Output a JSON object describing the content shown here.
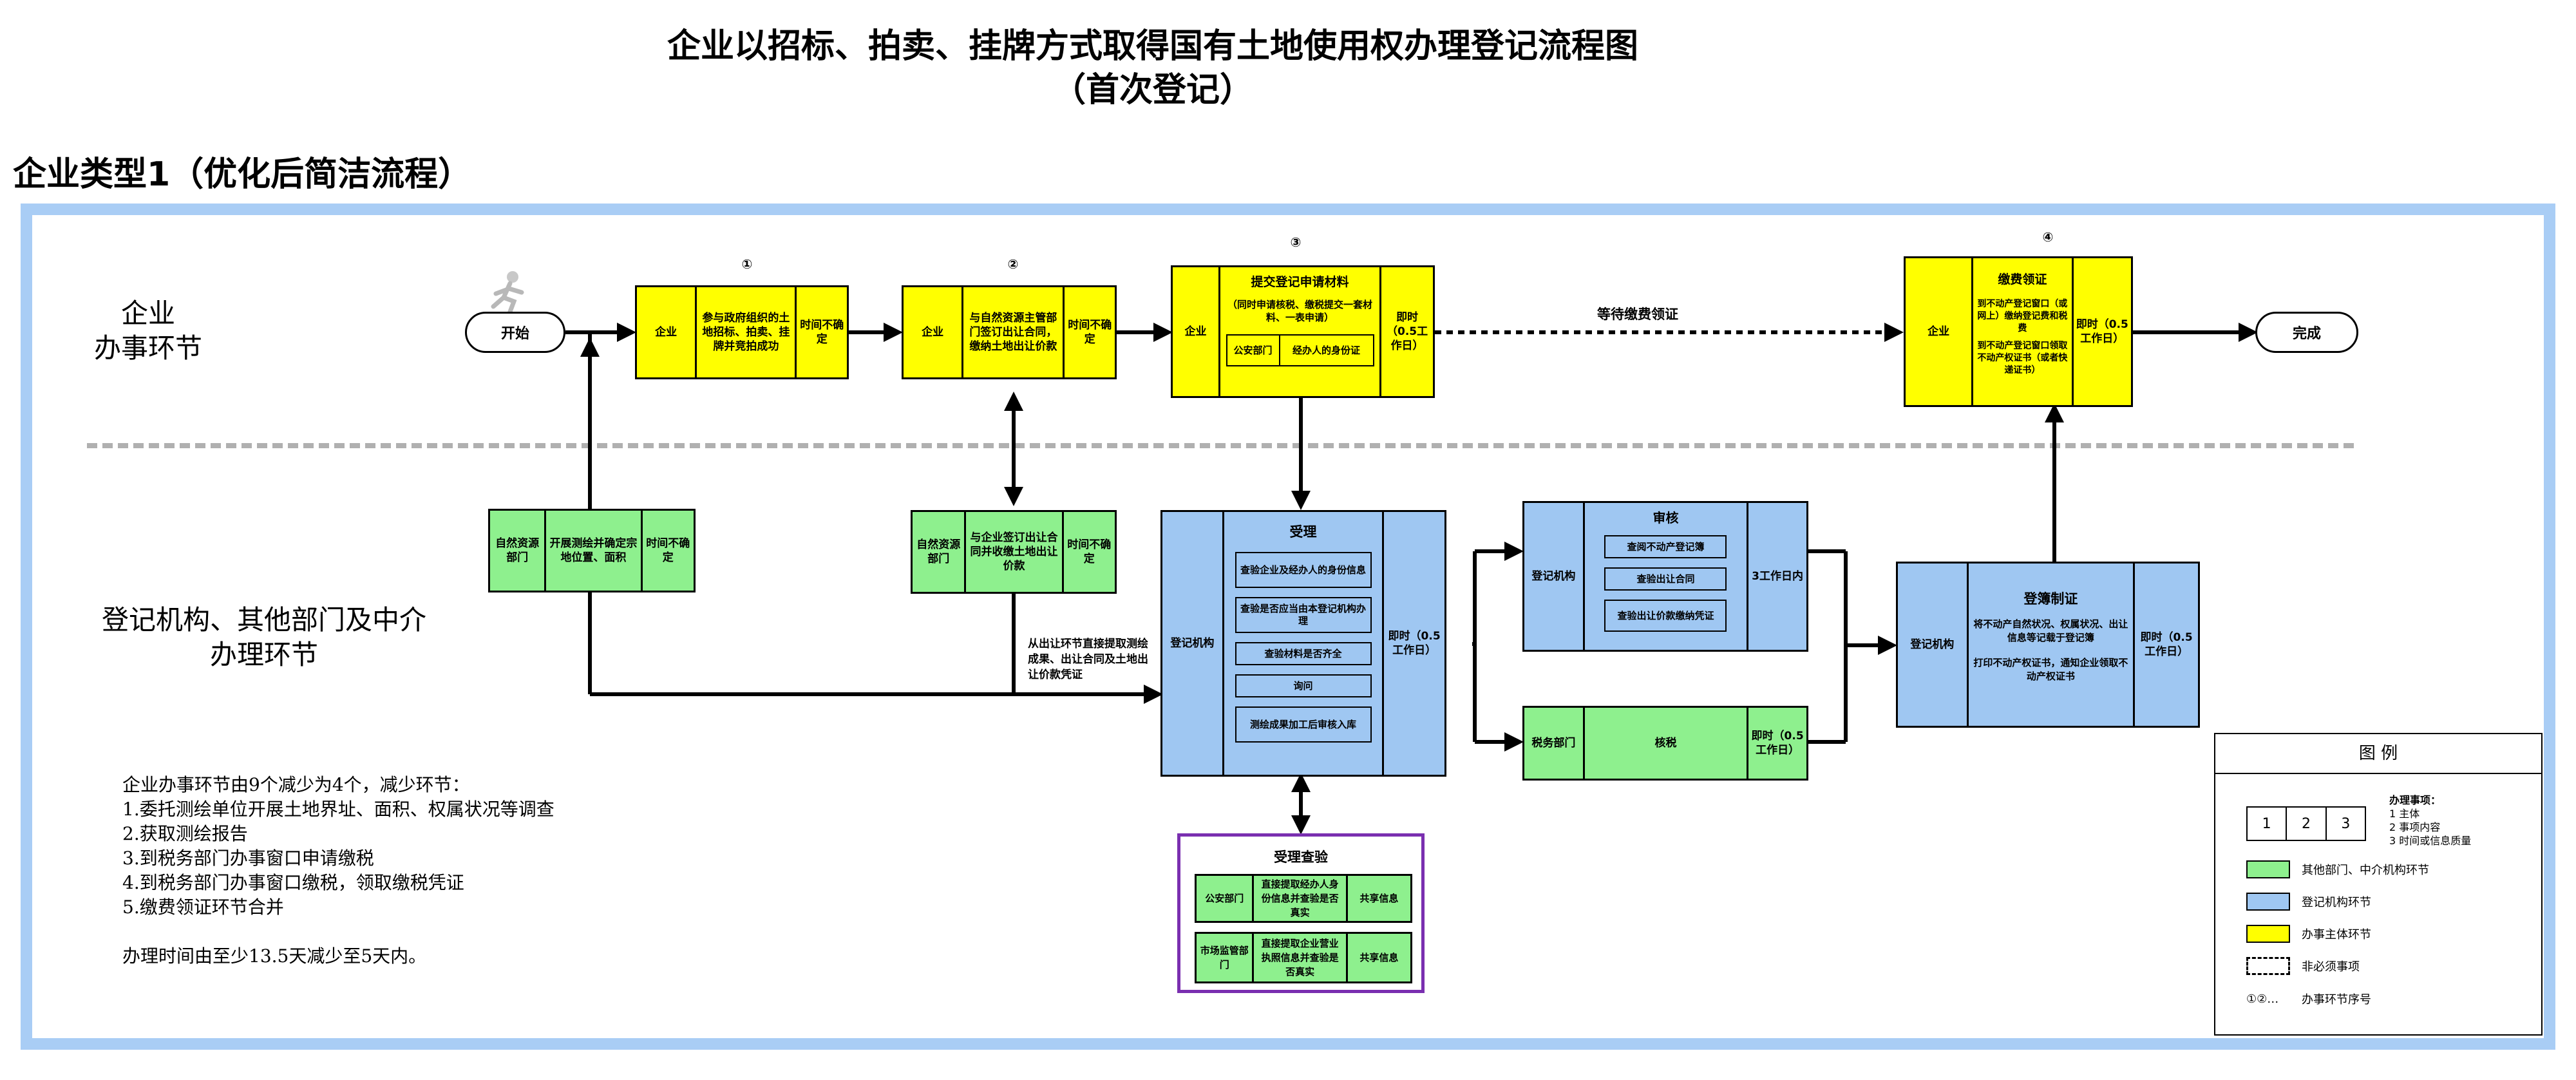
{
  "title_line1": "企业以招标、拍卖、挂牌方式取得国有土地使用权办理登记流程图",
  "title_line2": "（首次登记）",
  "section_title": "企业类型1（优化后简洁流程）",
  "lanes": {
    "top_line1": "企业",
    "top_line2": "办事环节",
    "bottom_line1": "登记机构、其他部门及中介",
    "bottom_line2": "办理环节"
  },
  "start_label": "开始",
  "end_label": "完成",
  "step_numbers": {
    "s1": "①",
    "s2": "②",
    "s3": "③",
    "s4": "④"
  },
  "step1": {
    "col1": "企业",
    "col2": "参与政府组织的土地招标、拍卖、挂牌并竞拍成功",
    "col3": "时间不确定"
  },
  "step2": {
    "col1": "企业",
    "col2": "与自然资源主管部门签订出让合同，缴纳土地出让价款",
    "col3": "时间不确定"
  },
  "step3": {
    "col1": "企业",
    "title": "提交登记申请材料",
    "desc": "（同时申请核税、缴税提交一套材料、一表申请）",
    "sub1": "公安部门",
    "sub2": "经办人的身份证",
    "col3": "即时（0.5工作日）"
  },
  "wait_label": "等待缴费领证",
  "step4": {
    "col1": "企业",
    "title": "缴费领证",
    "desc1": "到不动产登记窗口（或网上）缴纳登记费和税费",
    "desc2": "到不动产登记窗口领取不动产权证书（或者快递证书）",
    "col3": "即时（0.5工作日）"
  },
  "survey": {
    "col1": "自然资源部门",
    "col2": "开展测绘并确定宗地位置、面积",
    "col3": "时间不确定"
  },
  "contract": {
    "col1": "自然资源部门",
    "col2": "与企业签订出让合同并收缴土地出让价款",
    "col3": "时间不确定"
  },
  "direct_note": "从出让环节直接提取测绘成果、出让合同及土地出让价款凭证",
  "accept": {
    "col1": "登记机构",
    "title": "受理",
    "items": [
      "查验企业及经办人的身份信息",
      "查验是否应当由本登记机构办理",
      "查验材料是否齐全",
      "询问",
      "测绘成果加工后审核入库"
    ],
    "col3": "即时（0.5工作日）"
  },
  "verify": {
    "title": "受理查验",
    "row1": {
      "c1": "公安部门",
      "c2": "直接提取经办人身份信息并查验是否真实",
      "c3": "共享信息"
    },
    "row2": {
      "c1": "市场监管部门",
      "c2": "直接提取企业营业执照信息并查验是否真实",
      "c3": "共享信息"
    }
  },
  "review": {
    "col1": "登记机构",
    "title": "审核",
    "items": [
      "查阅不动产登记簿",
      "查验出让合同",
      "查验出让价款缴纳凭证"
    ],
    "col3": "3工作日内"
  },
  "tax": {
    "col1": "税务部门",
    "col2": "核税",
    "col3": "即时（0.5工作日）"
  },
  "register": {
    "col1": "登记机构",
    "title": "登簿制证",
    "desc1": "将不动产自然状况、权属状况、出让信息等记载于登记簿",
    "desc2": "打印不动产权证书，通知企业领取不动产权证书",
    "col3": "即时（0.5工作日）"
  },
  "notes": [
    "企业办事环节由9个减少为4个，减少环节：",
    "1.委托测绘单位开展土地界址、面积、权属状况等调查",
    "2.获取测绘报告",
    "3.到税务部门办事窗口申请缴税",
    "4.到税务部门办事窗口缴税，领取缴税凭证",
    "5.缴费领证环节合并",
    "",
    "办理时间由至少13.5天减少至5天内。"
  ],
  "legend": {
    "title": "图    例",
    "cells": [
      "1",
      "2",
      "3"
    ],
    "items_title": "办理事项：",
    "items": [
      "1 主体",
      "2 事项内容",
      "3 时间或信息质量"
    ],
    "green": "其他部门、中介机构环节",
    "blue": "登记机构环节",
    "yellow": "办事主体环节",
    "dashed": "非必须事项",
    "seq_symbol": "①②…",
    "seq": "办事环节序号"
  },
  "colors": {
    "yellow": "#ffff00",
    "blue": "#9fc7f2",
    "green": "#8ef08e",
    "frame": "#a9cdf5",
    "purple": "#7a2fb0"
  }
}
